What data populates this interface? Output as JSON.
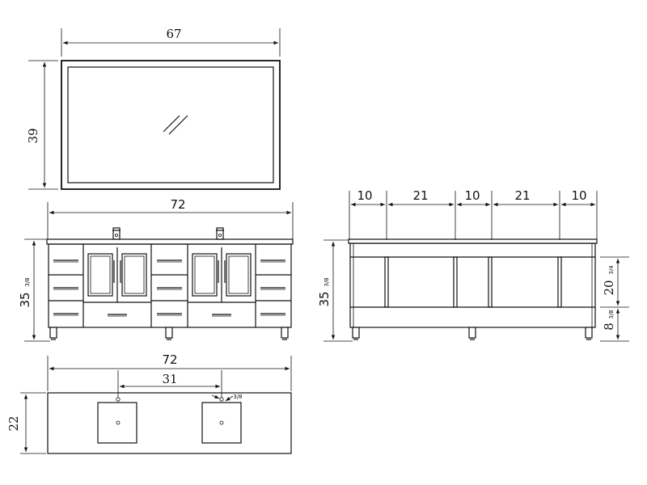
{
  "mirror": {
    "width_label": "67",
    "height_label": "39"
  },
  "front_view": {
    "width_label": "72",
    "height_label_main": "35",
    "height_label_fraction": "3/8"
  },
  "side_view": {
    "segment_labels": [
      "10",
      "21",
      "10",
      "21",
      "10"
    ],
    "height_label_main": "35",
    "height_label_fraction": "3/8",
    "upper_height_main": "20",
    "upper_height_fraction": "3/4",
    "lower_height_main": "8",
    "lower_height_fraction": "3/8"
  },
  "top_view": {
    "width_label": "72",
    "sink_spacing_label": "31",
    "depth_label": "22",
    "faucet_offset_label": "3/8"
  },
  "colors": {
    "line": "#111111",
    "background": "#ffffff"
  }
}
